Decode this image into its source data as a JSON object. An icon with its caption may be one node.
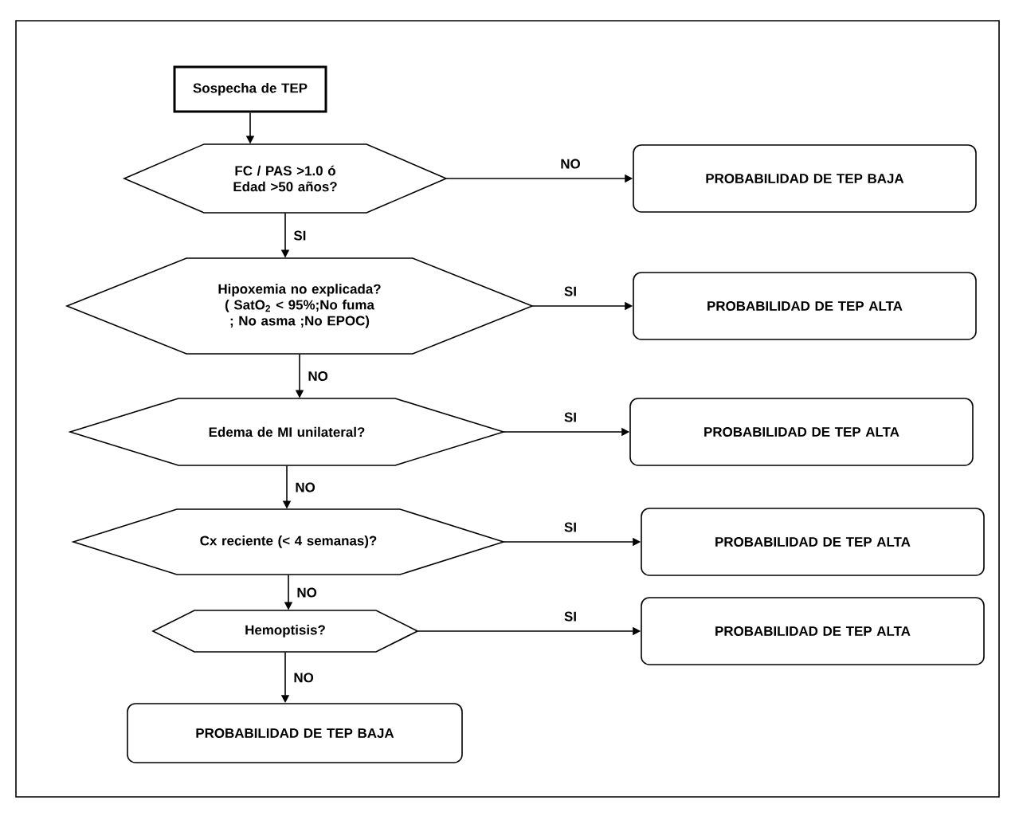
{
  "diagram": {
    "nodes": [
      {
        "text": [
          "Sospecha de TEP"
        ]
      },
      {
        "text": [
          "FC / PAS >1.0 ó Edad >50 años?"
        ]
      },
      {
        "text": [
          "PROBABILIDAD DE TEP BAJA"
        ]
      },
      {
        "text": [
          "Hipoxemia no explicada? ( SatO$_{2}$ < 95%;No fuma ; No asma ;No EPOC)"
        ]
      },
      {
        "text": [
          "PROBABILIDAD DE TEP ALTA"
        ]
      },
      {
        "text": [
          "Edema de MI unilateral?"
        ]
      },
      {
        "text": [
          "PROBABILIDAD DE TEP ALTA"
        ]
      },
      {
        "text": [
          "Cx reciente (< 4 semanas)?"
        ]
      },
      {
        "text": [
          "PROBABILIDAD DE TEP ALTA"
        ]
      },
      {
        "text": [
          "Hemoptisis?"
        ]
      },
      {
        "text": [
          "PROBABILIDAD DE TEP ALTA"
        ]
      },
      {
        "text": [
          "PROBABILIDAD DE TEP BAJA"
        ]
      }
    ],
    "edges": [
      {
        "from": 0,
        "to": 1,
        "arrow": "to"
      },
      {
        "from": 1,
        "to": 2,
        "arrow": "to",
        "label": "NO"
      },
      {
        "from": 1,
        "to": 3,
        "arrow": "to",
        "label": "SI"
      },
      {
        "from": 3,
        "to": 4,
        "arrow": "to",
        "label": "SI"
      },
      {
        "from": 3,
        "to": 5,
        "arrow": "to",
        "label": "NO"
      },
      {
        "from": 5,
        "to": 6,
        "arrow": "to",
        "label": "SI"
      },
      {
        "from": 5,
        "to": 7,
        "arrow": "to",
        "label": "NO"
      },
      {
        "from": 7,
        "to": 8,
        "arrow": "to",
        "label": "SI"
      },
      {
        "from": 7,
        "to": 9,
        "arrow": "to",
        "label": "NO"
      },
      {
        "from": 9,
        "to": 10,
        "arrow": "to",
        "label": "SI"
      },
      {
        "from": 9,
        "to": 11,
        "arrow": "to",
        "label": "NO"
      }
    ]
  }
}
